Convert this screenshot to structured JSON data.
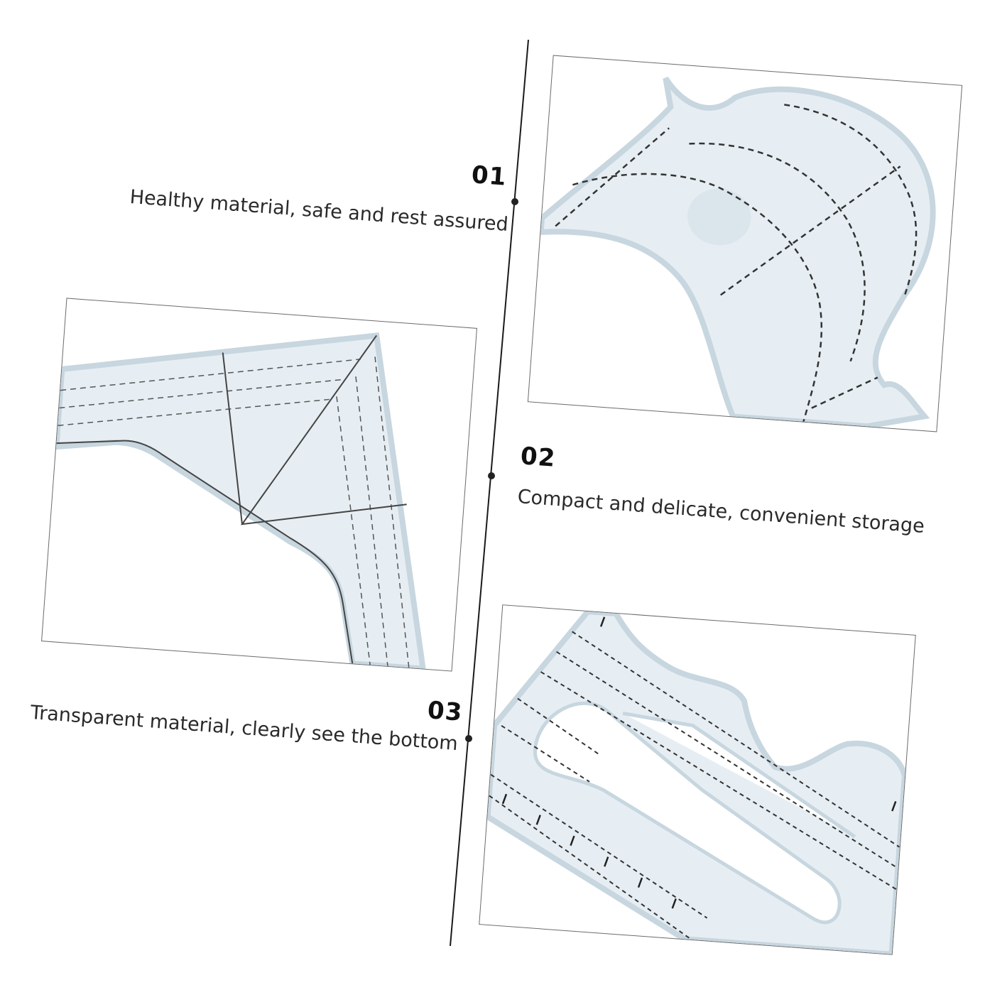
{
  "features": [
    {
      "number": "01",
      "text": "Healthy material, safe and rest assured"
    },
    {
      "number": "02",
      "text": "Compact and delicate, convenient storage"
    },
    {
      "number": "03",
      "text": "Transparent material, clearly see the bottom"
    }
  ],
  "icons": {
    "photo_1": "curved-ruler-closeup",
    "photo_2": "corner-ruler-closeup",
    "photo_3": "slotted-ruler-closeup"
  },
  "colors": {
    "ruler_fill": "#e6eef3",
    "ruler_edge": "#c7d6df",
    "dash_line": "#333333",
    "accent_text": "#111111"
  }
}
